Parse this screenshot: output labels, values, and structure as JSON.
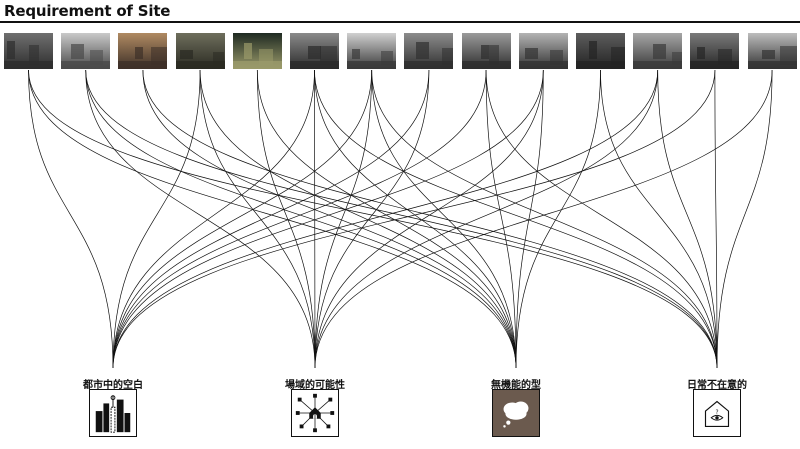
{
  "title": "Requirement of Site",
  "photos": [
    {
      "id": "p1",
      "icon": "street-photo-icon",
      "tone": [
        "#6f6f6f",
        "#2e2e2e"
      ]
    },
    {
      "id": "p2",
      "icon": "sky-road-photo-icon",
      "tone": [
        "#c9c9c9",
        "#4a4a4a"
      ]
    },
    {
      "id": "p3",
      "icon": "sunset-city-photo-icon",
      "tone": [
        "#b08a62",
        "#3d3028"
      ]
    },
    {
      "id": "p4",
      "icon": "hillside-photo-icon",
      "tone": [
        "#6e6e5c",
        "#2a2a22"
      ]
    },
    {
      "id": "p5",
      "icon": "shopfront-photo-icon",
      "tone": [
        "#1f2a22",
        "#9a9a6a"
      ]
    },
    {
      "id": "p6",
      "icon": "trees-photo-icon",
      "tone": [
        "#8a8a8a",
        "#2b2b2b"
      ]
    },
    {
      "id": "p7",
      "icon": "overpass-photo-icon",
      "tone": [
        "#d0d0d0",
        "#3a3a3a"
      ]
    },
    {
      "id": "p8",
      "icon": "alley-photo-icon",
      "tone": [
        "#8c8c8c",
        "#303030"
      ]
    },
    {
      "id": "p9",
      "icon": "buildings-photo-icon",
      "tone": [
        "#9a9a9a",
        "#2e2e2e"
      ]
    },
    {
      "id": "p10",
      "icon": "rooftop-photo-icon",
      "tone": [
        "#b3b3b3",
        "#333333"
      ]
    },
    {
      "id": "p11",
      "icon": "parking-photo-icon",
      "tone": [
        "#5d5d5d",
        "#232323"
      ]
    },
    {
      "id": "p12",
      "icon": "crosswalk-photo-icon",
      "tone": [
        "#a6a6a6",
        "#3a3a3a"
      ]
    },
    {
      "id": "p13",
      "icon": "shelter-photo-icon",
      "tone": [
        "#7a7a7a",
        "#252525"
      ]
    },
    {
      "id": "p14",
      "icon": "mountain-road-photo-icon",
      "tone": [
        "#bdbdbd",
        "#333333"
      ]
    }
  ],
  "categories": [
    {
      "id": "c1",
      "label": "都市中的空白",
      "icon": "city-skyline-icon",
      "fill": "#ffffff"
    },
    {
      "id": "c2",
      "label": "場域的可能性",
      "icon": "network-house-icon",
      "fill": "#ffffff"
    },
    {
      "id": "c3",
      "label": "無機能的型",
      "icon": "speech-cloud-icon",
      "fill": "#6b5a4e"
    },
    {
      "id": "c4",
      "label": "日常不在意的",
      "icon": "house-eye-icon",
      "fill": "#ffffff"
    }
  ],
  "links": [
    [
      0,
      0
    ],
    [
      0,
      2
    ],
    [
      0,
      3
    ],
    [
      1,
      1
    ],
    [
      1,
      2
    ],
    [
      1,
      3
    ],
    [
      2,
      2
    ],
    [
      2,
      3
    ],
    [
      3,
      0
    ],
    [
      3,
      1
    ],
    [
      3,
      2
    ],
    [
      4,
      1
    ],
    [
      4,
      2
    ],
    [
      5,
      0
    ],
    [
      5,
      1
    ],
    [
      5,
      2
    ],
    [
      5,
      3
    ],
    [
      6,
      0
    ],
    [
      6,
      1
    ],
    [
      6,
      2
    ],
    [
      6,
      3
    ],
    [
      7,
      0
    ],
    [
      7,
      1
    ],
    [
      8,
      0
    ],
    [
      8,
      2
    ],
    [
      8,
      3
    ],
    [
      9,
      0
    ],
    [
      9,
      1
    ],
    [
      9,
      2
    ],
    [
      10,
      2
    ],
    [
      10,
      3
    ],
    [
      11,
      0
    ],
    [
      11,
      1
    ],
    [
      11,
      3
    ],
    [
      12,
      0
    ],
    [
      12,
      3
    ],
    [
      13,
      1
    ],
    [
      13,
      3
    ]
  ],
  "colors": {
    "line": "#111111",
    "rule": "#111111"
  }
}
